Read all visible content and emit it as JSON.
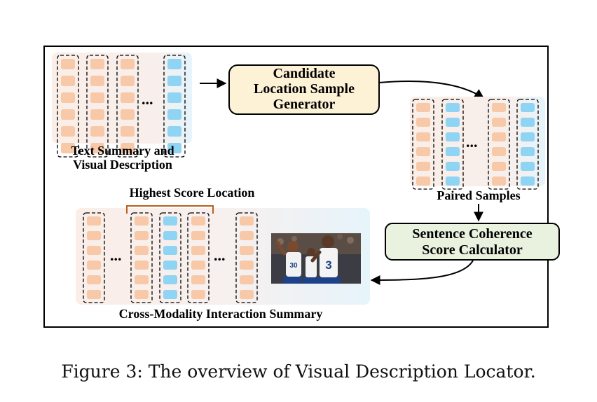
{
  "diagram": {
    "text_summary_label": [
      "Text Summary and",
      "Visual Description"
    ],
    "generator_label": [
      "Candidate",
      "Location Sample",
      "Generator"
    ],
    "paired_samples_label": "Paired Samples",
    "calculator_label": [
      "Sentence Coherence",
      "Score Calculator"
    ],
    "highest_score_label": "Highest Score Location",
    "interaction_summary_label": "Cross-Modality Interaction Summary",
    "ellipsis": "...",
    "photo_jersey_left": "30",
    "photo_jersey_right": "3",
    "colors": {
      "text_cell": "#f8c9a8",
      "visual_cell": "#8fd4f2",
      "text_panel_bg": "#fbeee8",
      "visual_panel_bg": "#e6f4fb",
      "generator_fill": "#fdf1d6",
      "calculator_fill": "#e9f1df",
      "bracket": "#b5601e"
    }
  },
  "caption": "Figure 3: The overview of Visual Description Locator."
}
